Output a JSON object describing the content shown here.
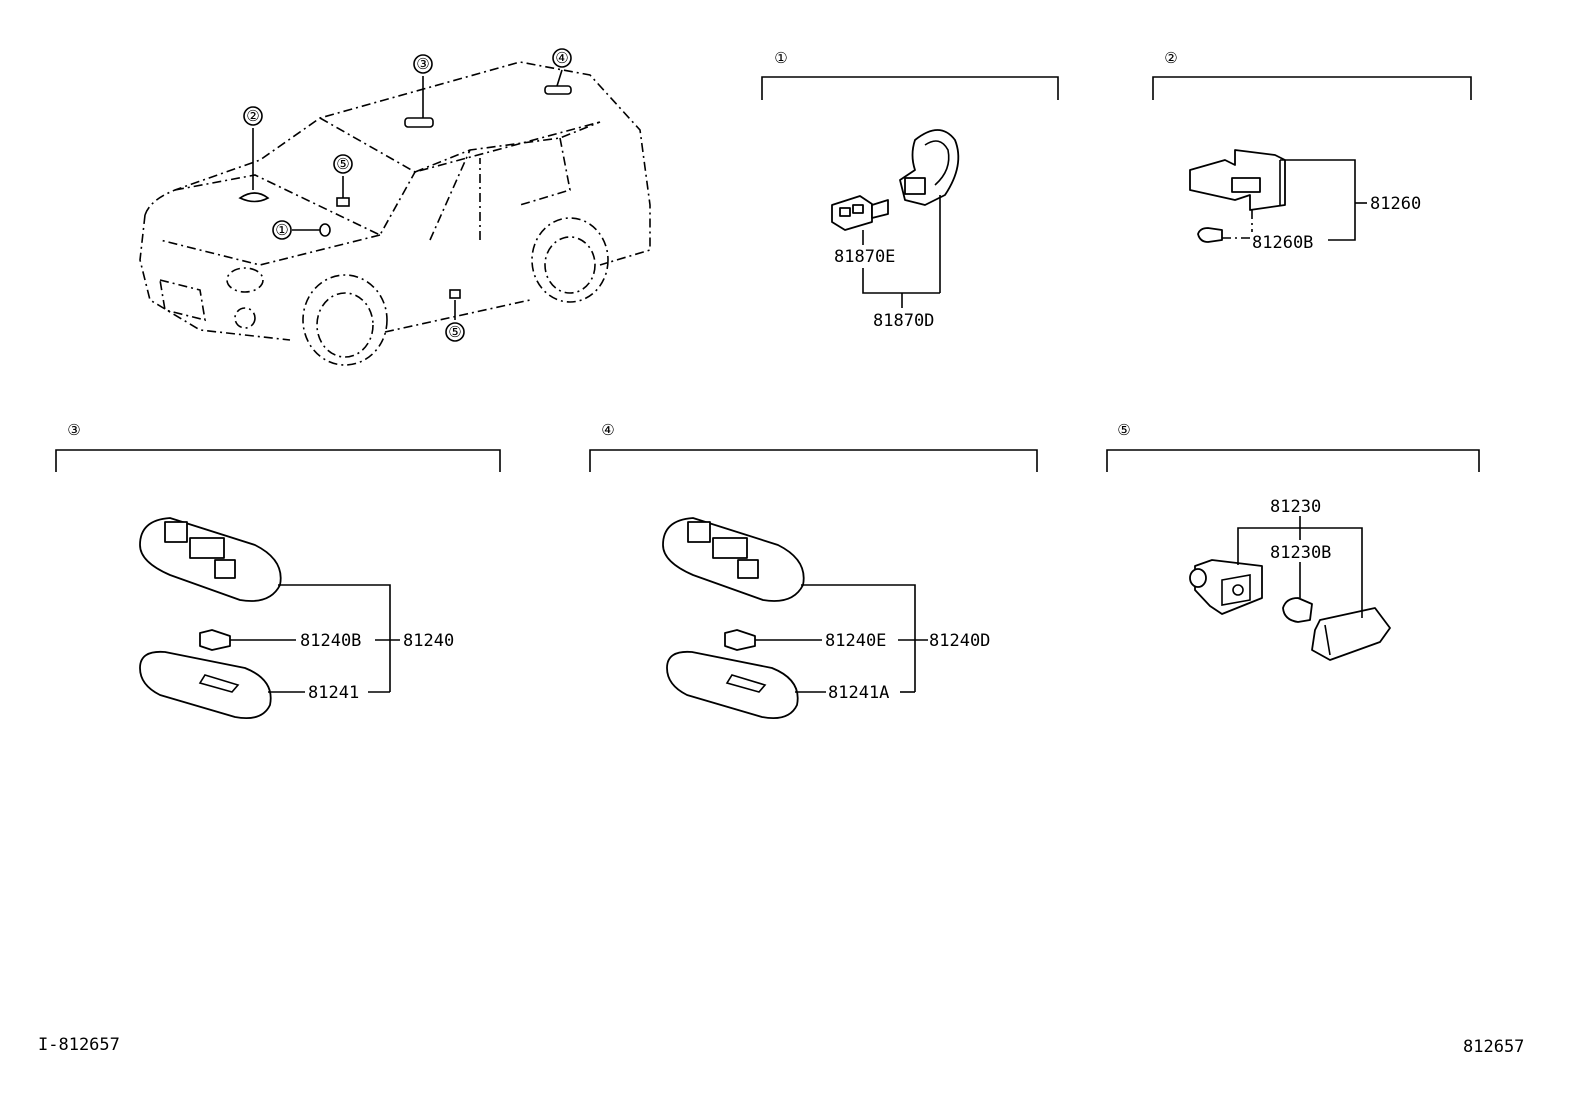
{
  "diagram": {
    "markers": [
      "①",
      "②",
      "③",
      "④",
      "⑤"
    ],
    "sections": [
      {
        "id": "1",
        "marker": "①",
        "parts": [
          "81870E",
          "81870D"
        ]
      },
      {
        "id": "2",
        "marker": "②",
        "parts": [
          "81260",
          "81260B"
        ]
      },
      {
        "id": "3",
        "marker": "③",
        "parts": [
          "81240B",
          "81240",
          "81241"
        ]
      },
      {
        "id": "4",
        "marker": "④",
        "parts": [
          "81240E",
          "81240D",
          "81241A"
        ]
      },
      {
        "id": "5",
        "marker": "⑤",
        "parts": [
          "81230",
          "81230B"
        ]
      }
    ],
    "footer": {
      "left_code": "I-812657",
      "right_code": "812657"
    }
  }
}
